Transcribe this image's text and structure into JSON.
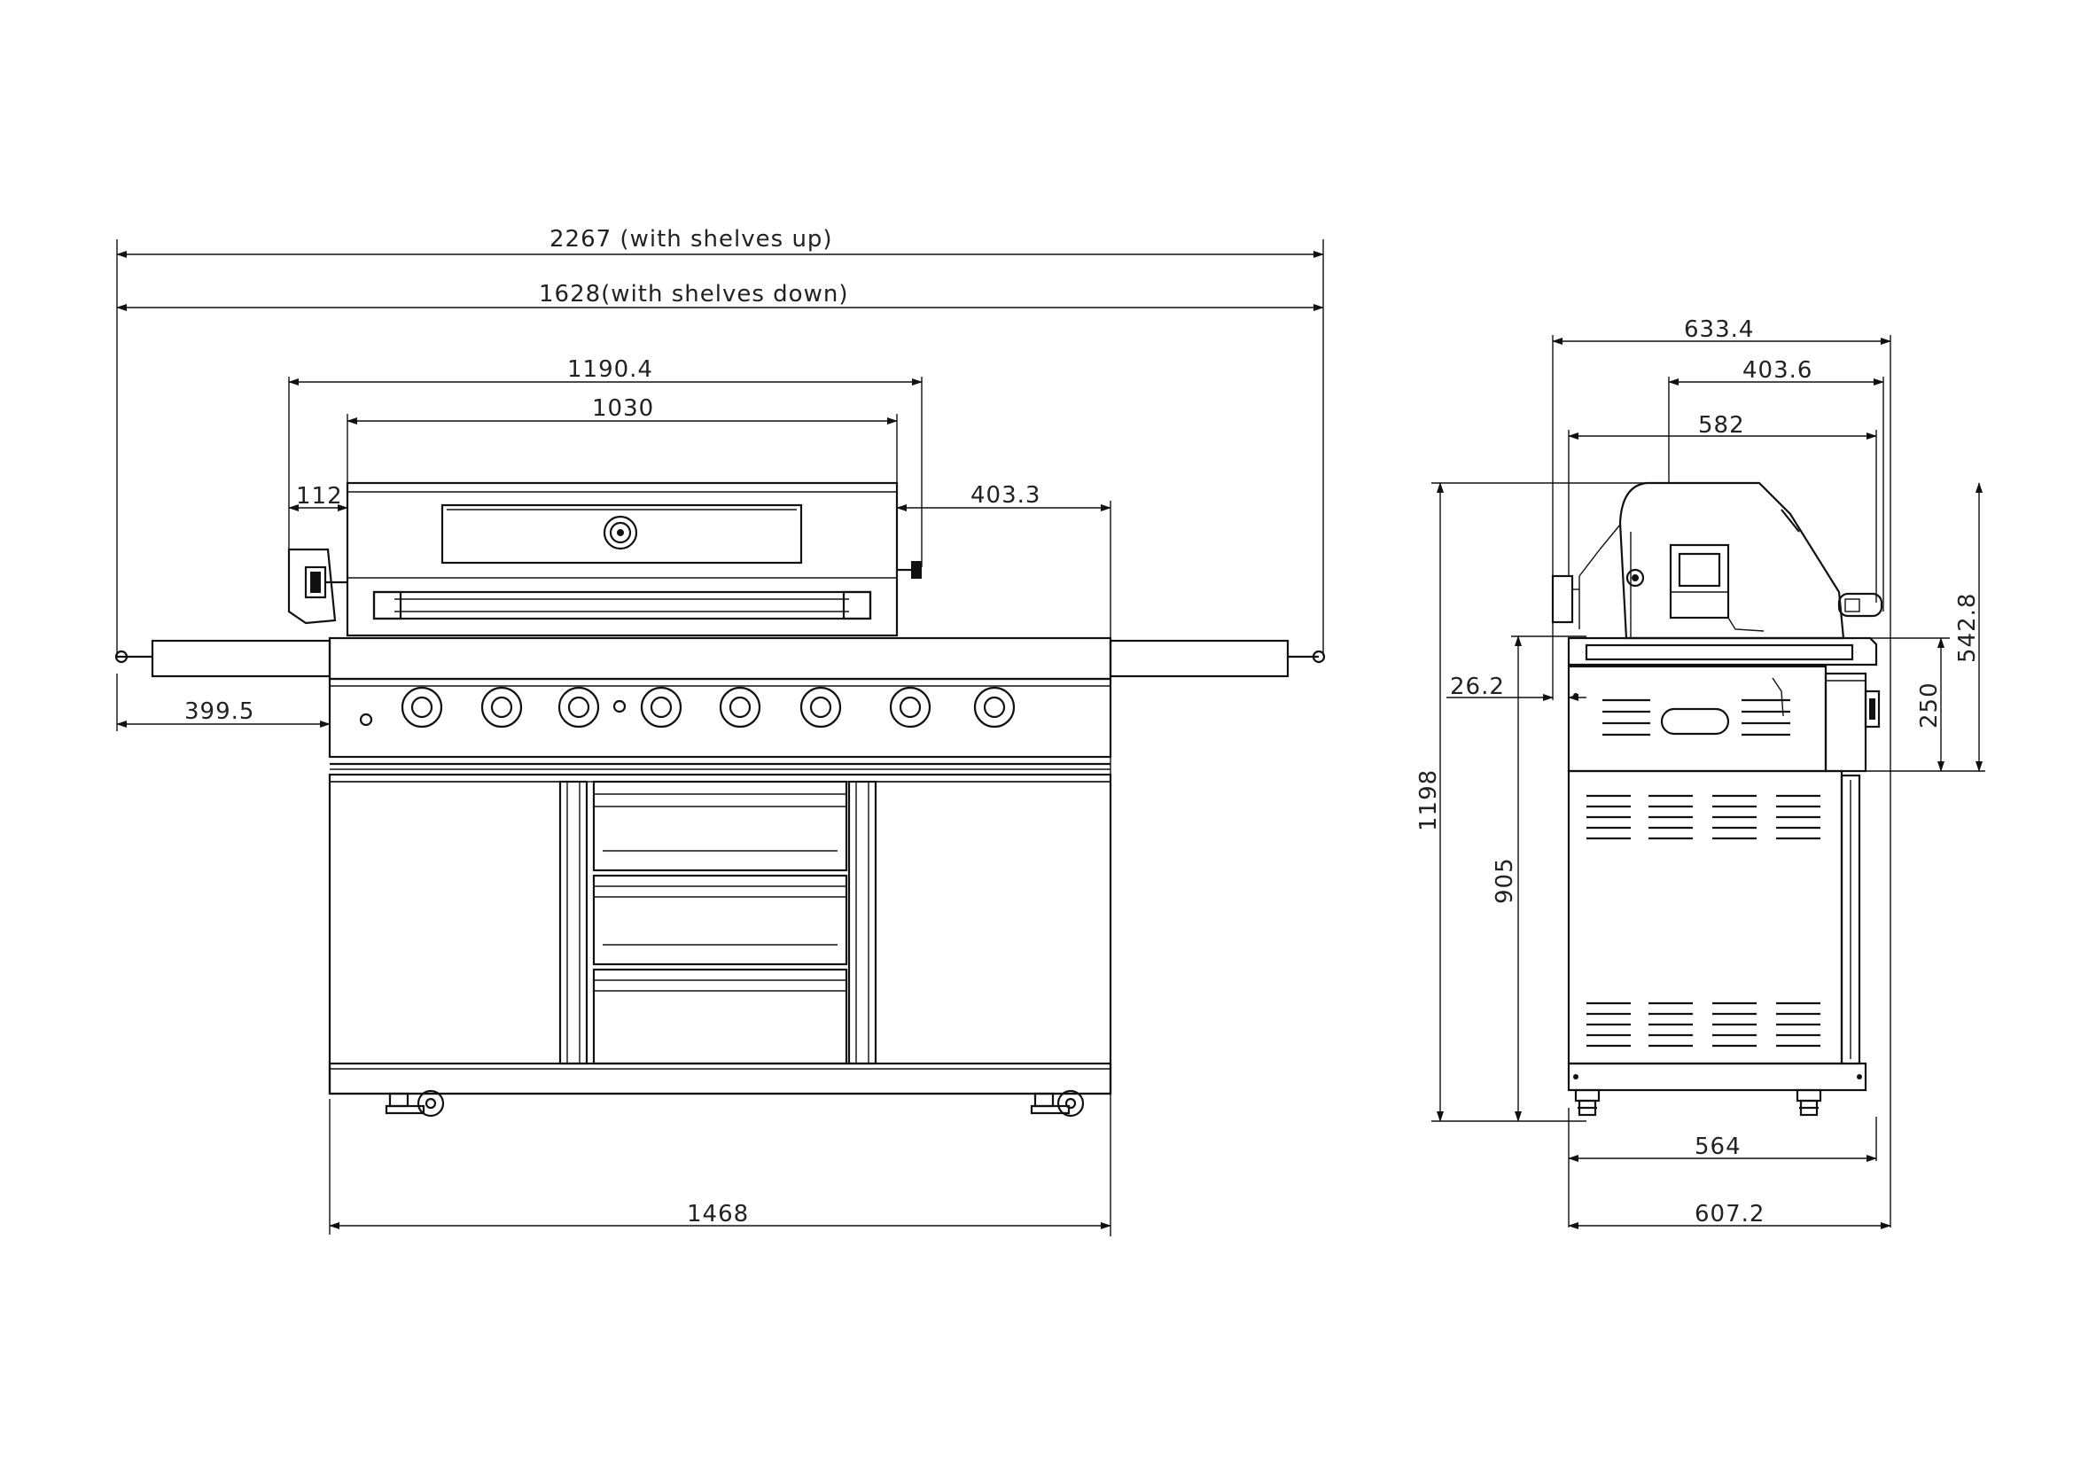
{
  "dimensions": {
    "width_shelves_up": "2267 (with shelves up)",
    "width_shelves_down": "1628(with shelves down)",
    "hood_width_with_handle": "1190.4",
    "hood_width": "1030",
    "hood_left_offset": "112",
    "right_shelf_offset": "403.3",
    "left_shelf_width": "399.5",
    "cart_width": "1468",
    "side_depth_total": "633.4",
    "side_hood_depth": "403.6",
    "side_depth_582": "582",
    "side_total_height": "1198",
    "side_counter_height": "905",
    "side_offset": "26.2",
    "side_upper_height": "542.8",
    "side_control_height": "250",
    "side_base_depth": "564",
    "side_overall_depth": "607.2"
  }
}
